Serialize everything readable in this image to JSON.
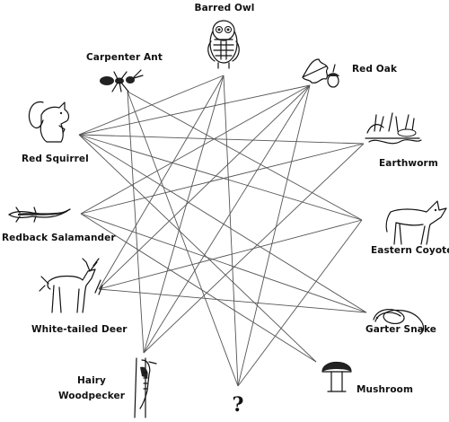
{
  "organisms": [
    {
      "id": "owl",
      "label": "Barred Owl",
      "icon": "owl-icon"
    },
    {
      "id": "oak",
      "label": "Red Oak",
      "icon": "oak-leaf-acorn-icon"
    },
    {
      "id": "worm",
      "label": "Earthworm",
      "icon": "earthworm-icon"
    },
    {
      "id": "coyote",
      "label": "Eastern Coyote",
      "icon": "coyote-icon"
    },
    {
      "id": "snake",
      "label": "Garter Snake",
      "icon": "snake-icon"
    },
    {
      "id": "mushroom",
      "label": "Mushroom",
      "icon": "mushroom-icon"
    },
    {
      "id": "woodpecker",
      "label_line1": "Hairy",
      "label_line2": "Woodpecker",
      "icon": "woodpecker-icon"
    },
    {
      "id": "deer",
      "label": "White-tailed Deer",
      "icon": "deer-icon"
    },
    {
      "id": "salamander",
      "label": "Redback Salamander",
      "icon": "salamander-icon"
    },
    {
      "id": "squirrel",
      "label": "Red Squirrel",
      "icon": "squirrel-icon"
    },
    {
      "id": "ant",
      "label": "Carpenter Ant",
      "icon": "ant-icon"
    }
  ],
  "mystery": {
    "label": "?",
    "icon": "question-icon"
  },
  "connections": [
    [
      "squirrel",
      "owl"
    ],
    [
      "squirrel",
      "oak"
    ],
    [
      "squirrel",
      "worm"
    ],
    [
      "squirrel",
      "snake"
    ],
    [
      "squirrel",
      "mushroom"
    ],
    [
      "ant",
      "coyote"
    ],
    [
      "ant",
      "woodpecker"
    ],
    [
      "owl",
      "woodpecker"
    ],
    [
      "owl",
      "deer"
    ],
    [
      "owl",
      "mystery"
    ],
    [
      "oak",
      "salamander"
    ],
    [
      "oak",
      "deer"
    ],
    [
      "oak",
      "mystery"
    ],
    [
      "worm",
      "salamander"
    ],
    [
      "worm",
      "woodpecker"
    ],
    [
      "coyote",
      "squirrel"
    ],
    [
      "coyote",
      "deer"
    ],
    [
      "coyote",
      "mystery"
    ],
    [
      "salamander",
      "snake"
    ],
    [
      "snake",
      "deer"
    ],
    [
      "mushroom",
      "salamander"
    ],
    [
      "woodpecker",
      "oak"
    ],
    [
      "mystery",
      "ant"
    ]
  ]
}
